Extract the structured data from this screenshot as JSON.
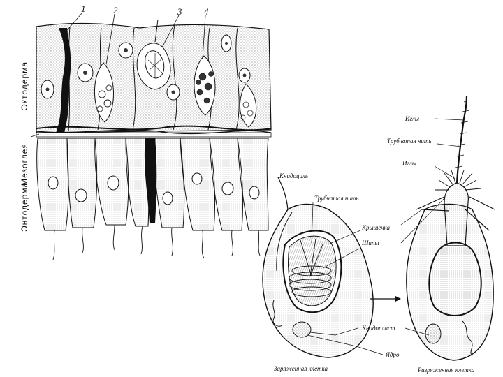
{
  "tissue": {
    "numbers": [
      "1",
      "2",
      "3",
      "4"
    ],
    "layers": {
      "ectoderm": "Эктодерма",
      "mesoglea": "Мезоглея",
      "entoderm": "Энтодерма"
    }
  },
  "cnidocyte": {
    "labels": {
      "cnidocil": "Книдоциль",
      "tubular_thread_charged": "Трубчатая нить",
      "lid": "Крышечка",
      "spines": "Шипы",
      "cnidoblast": "Книдопласт",
      "nucleus": "Ядро",
      "needles_top": "Иглы",
      "tubular_thread_discharged": "Трубчатая нить",
      "needles": "Иглы"
    },
    "captions": {
      "charged": "Заряженная клетка",
      "discharged": "Разряженная клетка"
    }
  }
}
